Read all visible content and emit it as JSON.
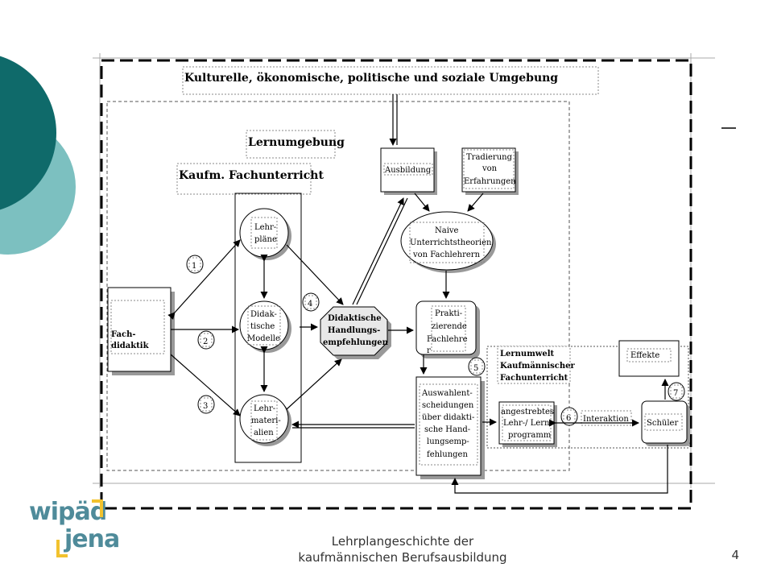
{
  "diagram": {
    "title_environment": "Kulturelle, ökonomische, politische und soziale Umgebung",
    "lernumgebung": "Lernumgebung",
    "kaufm_unterricht": "Kaufm. Fachunterricht",
    "fachdidaktik": [
      "Fach-",
      "didaktik"
    ],
    "lehrplaene": [
      "Lehr-",
      "pläne"
    ],
    "didaktische_modelle": [
      "Didak-",
      "tische",
      "Modelle"
    ],
    "lehrmaterialien": [
      "Lehr-",
      "materi-",
      "alien"
    ],
    "handlungsempfehlungen": [
      "Didaktische",
      "Handlungs-",
      "empfehlungen"
    ],
    "ausbildung": "Ausbildung",
    "tradierung": [
      "Tradierung",
      "von",
      "Erfahrungen"
    ],
    "naive_theorien": [
      "Naive",
      "Unterrichtstheorien",
      "von Fachlehrern"
    ],
    "praktizierende": [
      "Prakti-",
      "zierende",
      "Fachlehre",
      "r"
    ],
    "auswahlentscheidungen": [
      "Auswahlent-",
      "scheidungen",
      "über didakti-",
      "sche Hand-",
      "lungsemp-",
      "fehlungen"
    ],
    "lernumwelt": [
      "Lernumwelt",
      "Kaufmännischer",
      "Fachunterricht"
    ],
    "effekte": "Effekte",
    "lehr_lernprogramm": [
      "angestrebtes",
      "Lehr-/ Lern-",
      "programm"
    ],
    "interaktion": "Interaktion",
    "schueler": "Schüler",
    "numbers": [
      "1",
      "2",
      "3",
      "4",
      "5",
      "6",
      "7"
    ]
  },
  "footer": {
    "title_line1": "Lehrplangeschichte der",
    "title_line2": "kaufmännischen Berufsausbildung",
    "page_number": "4"
  },
  "logo": {
    "line1": "wipäd",
    "line2": "jena"
  },
  "colors": {
    "teal_dark": "#0f6a6a",
    "teal_light": "#7cc0c0",
    "logo_blue": "#4f8b9a",
    "logo_yellow": "#f2c22e"
  }
}
